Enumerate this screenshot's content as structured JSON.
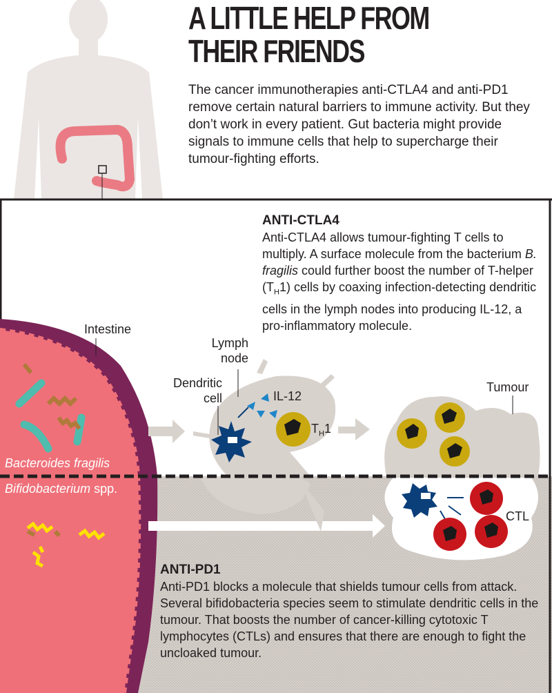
{
  "title": {
    "line1": "A LITTLE HELP FROM",
    "line2": "THEIR FRIENDS"
  },
  "intro": "The cancer immunotherapies anti-CTLA4 and anti-PD1 remove certain natural barriers to immune activity. But they don’t work in every patient. Gut bacteria might provide signals to immune cells that help to supercharge their tumour-fighting efforts.",
  "anti_ctla4": {
    "heading": "ANTI-CTLA4",
    "text_1": "Anti-CTLA4 allows tumour-fighting T cells to multiply. A surface molecule from the bacterium ",
    "species": "B. fragilis",
    "text_2": " could further boost the number of T-helper (T",
    "sub": "H",
    "text_3": "1) cells by coaxing infection-detecting dendritic cells in the lymph nodes into producing IL-12, a pro-inflammatory molecule."
  },
  "anti_pd1": {
    "heading": "ANTI-PD1",
    "text": "Anti-PD1 blocks a molecule that shields tumour cells from attack. Several bifidobacteria species seem to stimulate dendritic cells in the tumour. That boosts the number of cancer-killing cytotoxic T lymphocytes (CTLs) and ensures that there are enough to fight the uncloaked tumour."
  },
  "labels": {
    "intestine": "Intestine",
    "lymph_node": "Lymph node",
    "dendritic_cell": "Dendritic cell",
    "il12": "IL-12",
    "th1_t": "T",
    "th1_sub": "H",
    "th1_1": "1",
    "tumour": "Tumour",
    "ctl": "CTL",
    "bacteroides": "Bacteroides fragilis",
    "bifido_genus": "Bifidobacterium",
    "bifido_spp": " spp."
  },
  "colors": {
    "intestine_outer": "#7b2457",
    "intestine_inner": "#ef7079",
    "cell_gray": "#d8d2cd",
    "th1_yellow": "#c9a90f",
    "ctl_red": "#c8161d",
    "dendritic_blue": "#0b3f7a",
    "il12_blue": "#1e86c8",
    "teal": "#4fbcae",
    "brown": "#b07a3a"
  }
}
